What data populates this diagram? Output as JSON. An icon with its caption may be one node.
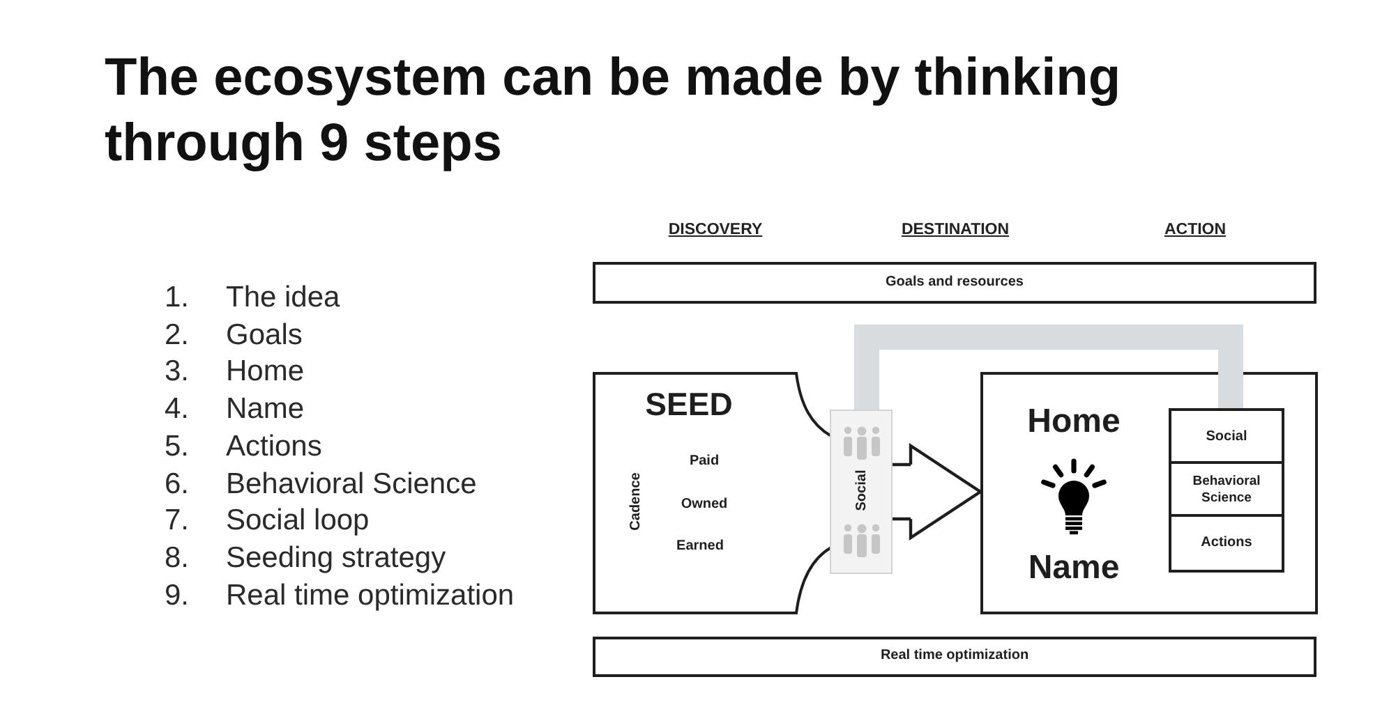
{
  "diagram": {
    "title": "The ecosystem can be made by thinking through 9 steps",
    "nodes": [
      {
        "text": [
          "Goals and resources"
        ]
      },
      {
        "text": [
          "SEED",
          "Cadence",
          "Paid",
          "Owned",
          "Earned"
        ]
      },
      {
        "text": [
          "Social"
        ]
      },
      {
        "text": [
          "Home",
          "Name"
        ]
      },
      {
        "text": [
          "Social"
        ],
        "in": 3
      },
      {
        "text": [
          "Behavioral Science"
        ],
        "in": 3
      },
      {
        "text": [
          "Actions"
        ],
        "in": 3
      },
      {
        "text": [
          "Real time optimization"
        ]
      }
    ],
    "edges": [
      {
        "from": 2,
        "to": 3,
        "arrow": "to"
      },
      {
        "from": 2,
        "to": 4,
        "arrow": "none",
        "style": "thick",
        "color": "#d9dcde"
      }
    ],
    "labels": [
      "1. The idea",
      "2. Goals",
      "3. Home",
      "4. Name",
      "5. Actions",
      "6. Behavioral Science",
      "7. Social loop",
      "8. Seeding strategy",
      "9. Real time optimization",
      "DISCOVERY",
      "DESTINATION",
      "ACTION"
    ]
  }
}
